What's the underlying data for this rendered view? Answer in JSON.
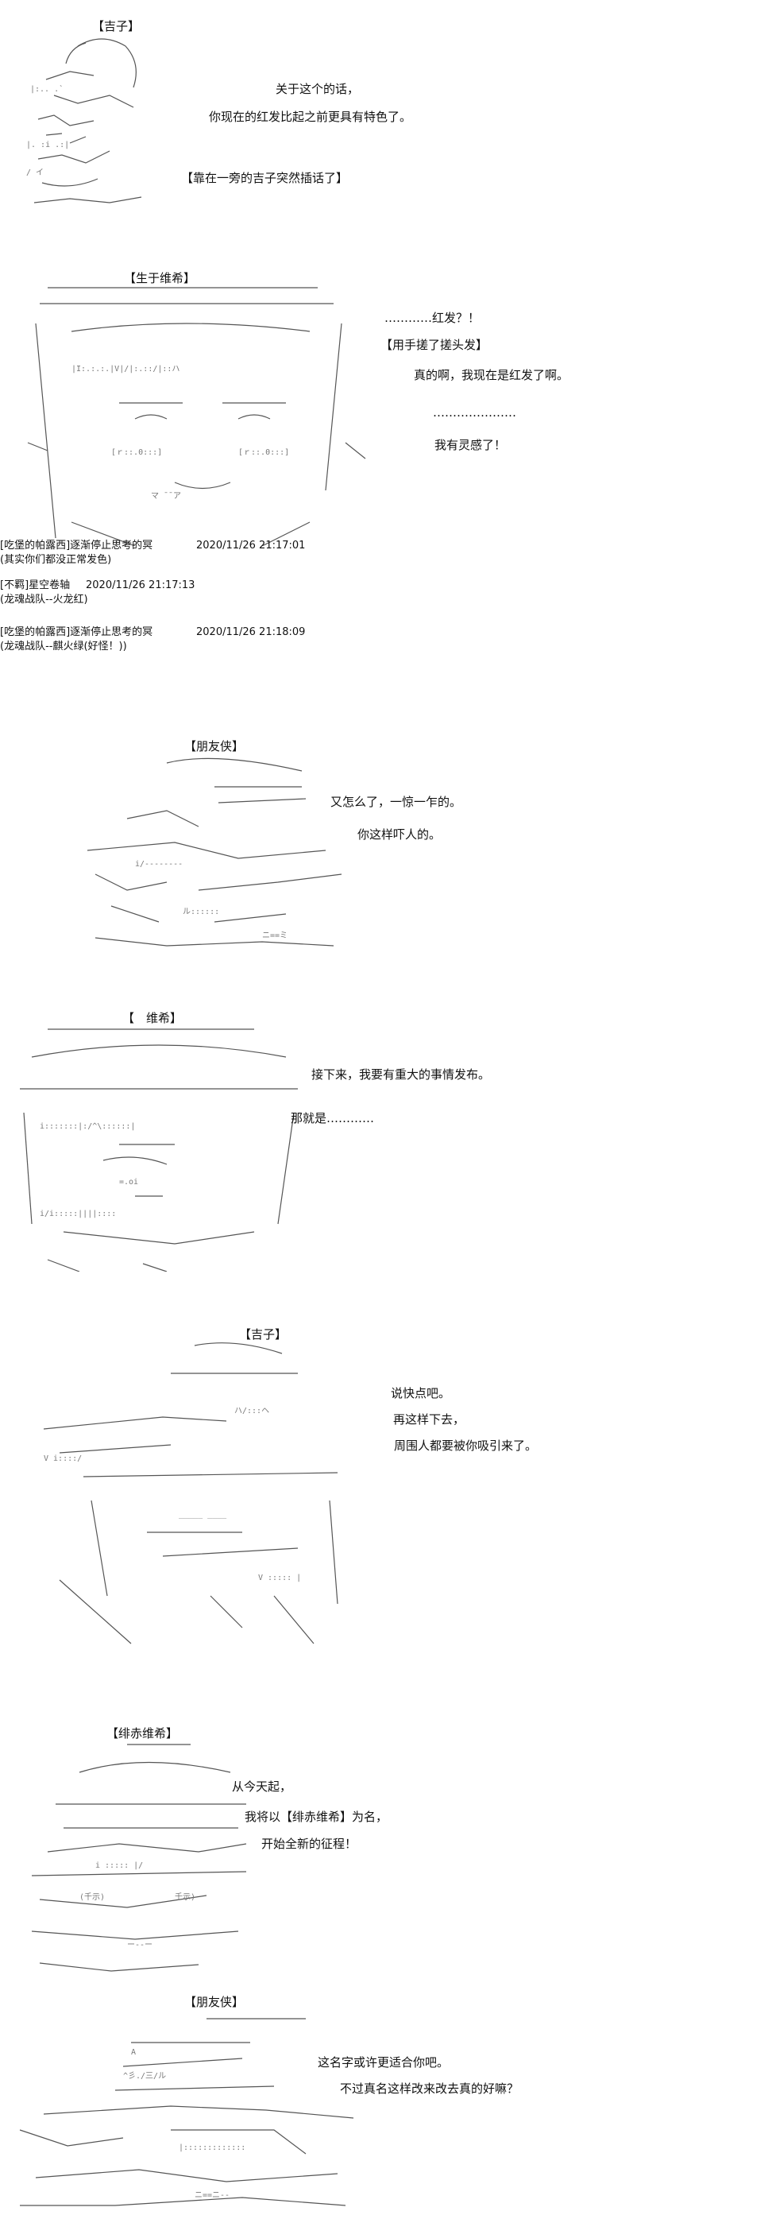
{
  "panels": [
    {
      "name": "【吉子】",
      "lines": [
        "关于这个的话，",
        "你现在的红发比起之前更具有特色了。",
        "【靠在一旁的吉子突然插话了】"
      ]
    },
    {
      "name": "【生于维希】",
      "lines": [
        "…………红发？！",
        "【用手搓了搓头发】",
        "真的啊，我现在是红发了啊。",
        "…………………",
        "我有灵感了！"
      ]
    },
    {
      "name": "【朋友侠】",
      "lines": [
        "又怎么了，一惊一乍的。",
        "你这样吓人的。"
      ]
    },
    {
      "name": "【　维希】",
      "lines": [
        "接下来，我要有重大的事情发布。",
        "那就是…………"
      ]
    },
    {
      "name": "【吉子】",
      "lines": [
        "说快点吧。",
        "再这样下去，",
        "周围人都要被你吸引来了。"
      ]
    },
    {
      "name": "【绯赤维希】",
      "lines": [
        "从今天起，",
        "我将以【绯赤维希】为名，",
        "开始全新的征程！"
      ]
    },
    {
      "name": "【朋友侠】",
      "lines": [
        "这名字或许更适合你吧。",
        "不过真名这样改来改去真的好嘛？"
      ]
    }
  ],
  "comments": [
    {
      "author": "[吃堡的帕露西]逐渐停止思考的冥",
      "time": "2020/11/26 21:17:01",
      "text": "(其实你们都没正常发色)"
    },
    {
      "author": "[不羁]星空卷轴",
      "time": "2020/11/26 21:17:13",
      "text": "(龙魂战队--火龙红)"
    },
    {
      "author": "[吃堡的帕露西]逐渐停止思考的冥",
      "time": "2020/11/26 21:18:09",
      "text": "(龙魂战队--麒火绿(好怪！))"
    }
  ]
}
